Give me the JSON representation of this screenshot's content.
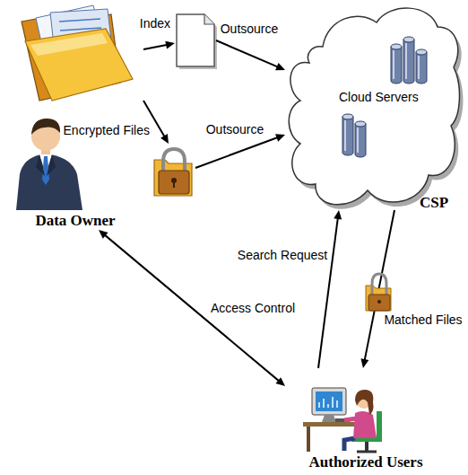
{
  "diagram": {
    "nodes": [
      {
        "text": [
          "Data Owner"
        ]
      },
      {
        "text": [
          "Index"
        ]
      },
      {
        "text": [
          "Encrypted Files"
        ]
      },
      {
        "text": [
          "Cloud Servers",
          "CSP"
        ]
      },
      {
        "text": [
          "Authorized Users"
        ]
      }
    ],
    "edges": [
      {
        "from": 0,
        "to": 1,
        "arrow": "to"
      },
      {
        "from": 1,
        "to": 3,
        "label": "Outsource",
        "arrow": "to"
      },
      {
        "from": 0,
        "to": 2,
        "arrow": "to"
      },
      {
        "from": 2,
        "to": 3,
        "label": "Outsource",
        "arrow": "to"
      },
      {
        "from": 0,
        "to": 4,
        "label": "Access Control",
        "arrow": "both"
      },
      {
        "from": 4,
        "to": 3,
        "label": "Search Request",
        "arrow": "to"
      },
      {
        "from": 3,
        "to": 4,
        "label": "Matched Files",
        "arrow": "to"
      }
    ]
  }
}
